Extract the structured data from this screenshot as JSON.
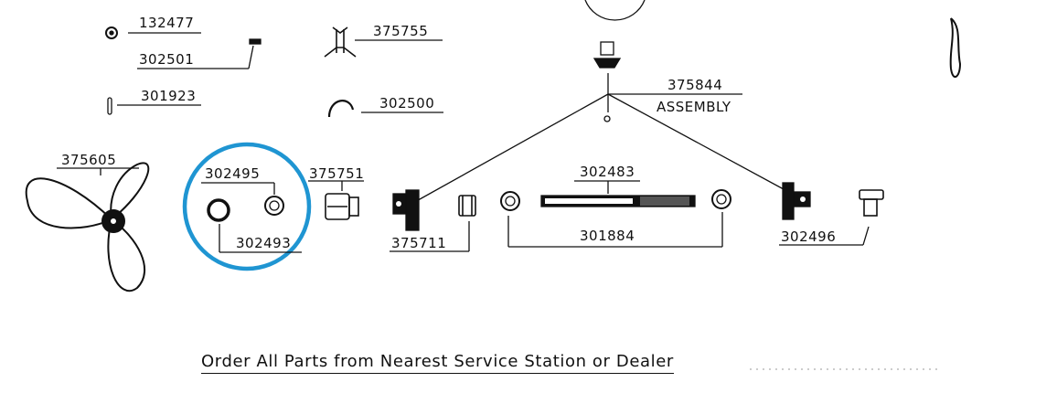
{
  "parts": {
    "p132477": "132477",
    "p302501": "302501",
    "p301923": "301923",
    "p375755": "375755",
    "p302500": "302500",
    "p375844": "375844",
    "assembly": "ASSEMBLY",
    "p375605": "375605",
    "p302495": "302495",
    "p375751": "375751",
    "p302493": "302493",
    "p375711": "375711",
    "p302483": "302483",
    "p301884": "301884",
    "p302496": "302496"
  },
  "footer": "Order All Parts from Nearest Service Station or Dealer",
  "colors": {
    "ink": "#111111",
    "highlight_circle": "#1f95d2"
  },
  "icons": {
    "nut": "nut-icon",
    "pin": "pin-icon",
    "bracket": "bracket-icon",
    "spring": "spring-icon",
    "propeller": "propeller-icon",
    "gear": "gear-icon",
    "washer": "washer-icon",
    "shaft": "shaft-icon"
  }
}
